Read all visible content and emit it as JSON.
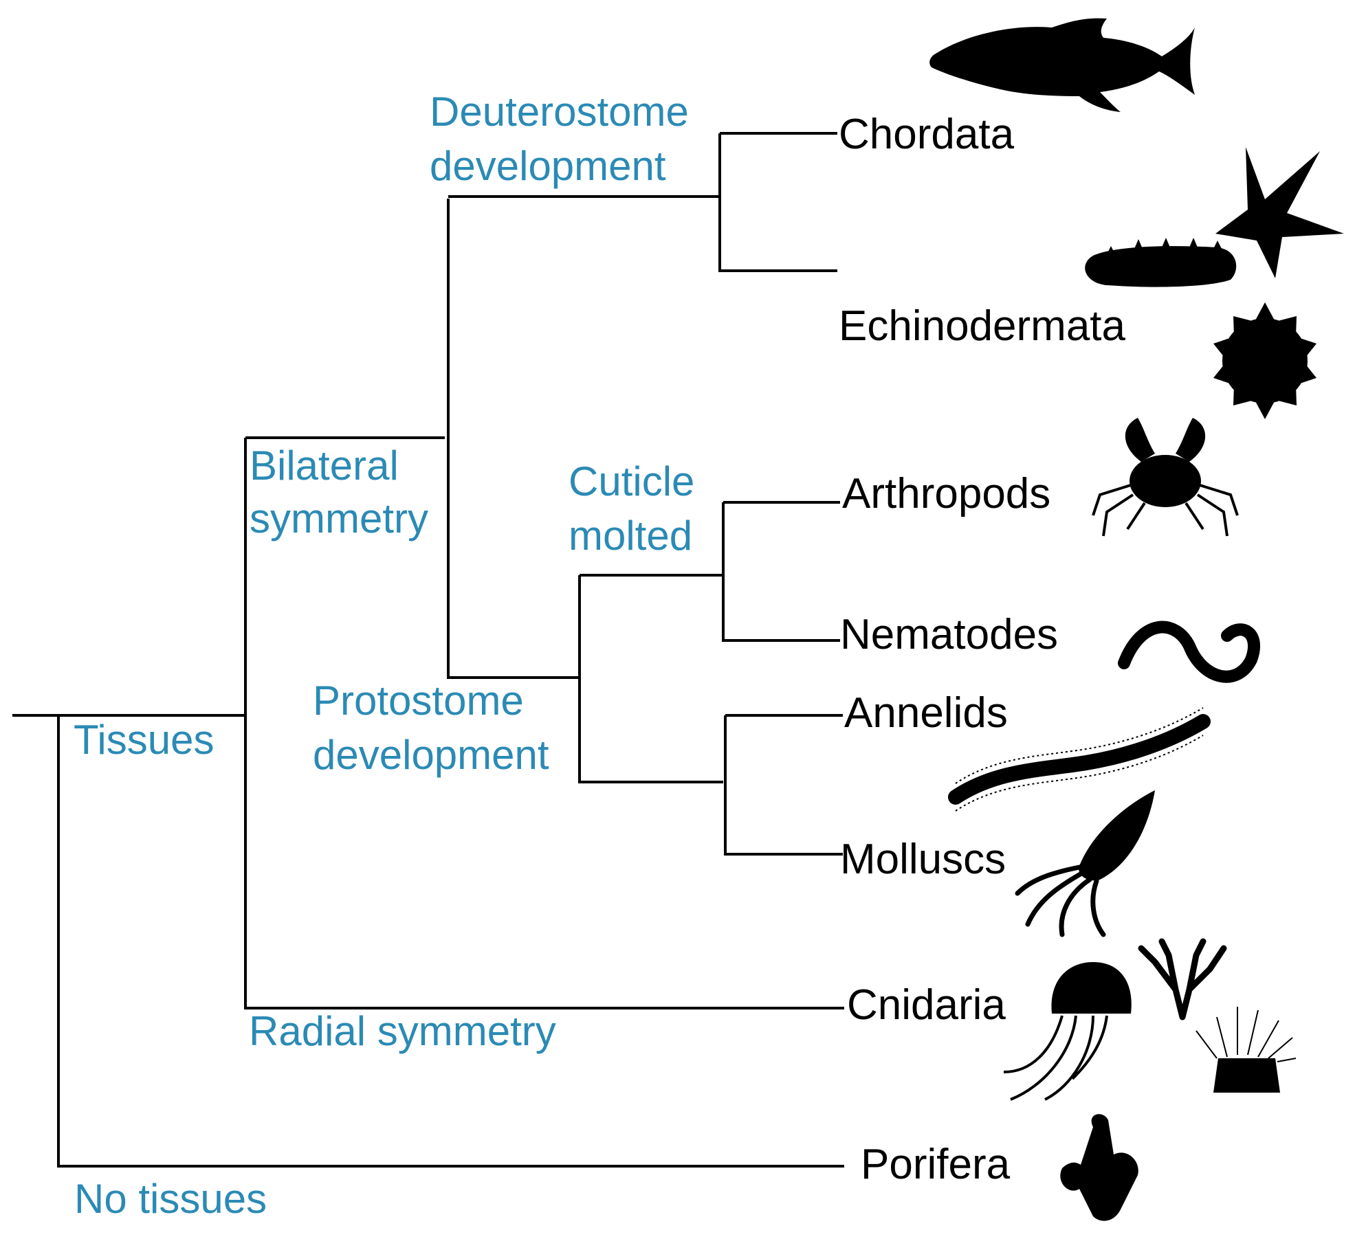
{
  "colors": {
    "trait_label": "#2b8ab5",
    "taxon_label": "#000000",
    "branch": "#000000"
  },
  "traits": {
    "deuterostome_1": "Deuterostome",
    "deuterostome_2": "development",
    "bilateral_1": "Bilateral",
    "bilateral_2": "symmetry",
    "cuticle_1": "Cuticle",
    "cuticle_2": "molted",
    "protostome_1": "Protostome",
    "protostome_2": "development",
    "tissues": "Tissues",
    "radial": "Radial symmetry",
    "no_tissues": "No tissues"
  },
  "taxa": {
    "chordata": "Chordata",
    "echinodermata": "Echinodermata",
    "arthropods": "Arthropods",
    "nematodes": "Nematodes",
    "annelids": "Annelids",
    "molluscs": "Molluscs",
    "cnidaria": "Cnidaria",
    "porifera": "Porifera"
  },
  "icons": [
    "fish-icon",
    "starfish-icon",
    "sea-cucumber-icon",
    "sea-urchin-icon",
    "crab-icon",
    "worm-icon",
    "bristle-worm-icon",
    "squid-icon",
    "jellyfish-icon",
    "coral-icon",
    "sea-anemone-icon",
    "sponge-icon"
  ]
}
